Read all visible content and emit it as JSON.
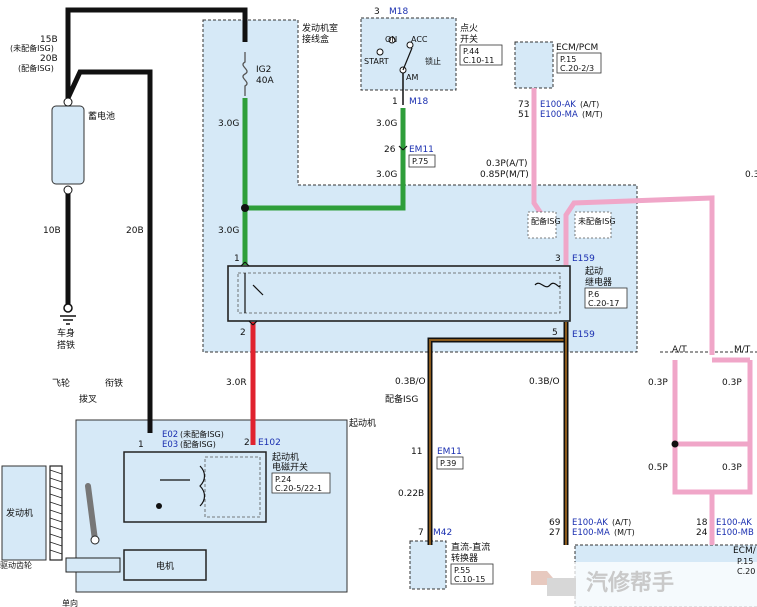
{
  "colors": {
    "box_fill": "#d6e9f7",
    "wire_black": "#111111",
    "wire_green": "#2e9e3a",
    "wire_red": "#e0222e",
    "wire_pink": "#f0a6c8",
    "wire_brown": "#8a5a1c",
    "blue_label": "#1a2fb0"
  },
  "battery": {
    "wire_15b": "15B",
    "note_15b": "(未配备ISG)",
    "wire_20b": "20B",
    "note_20b": "(配备ISG)",
    "label": "蓄电池",
    "wire_10b": "10B",
    "wire_20b_down": "20B",
    "ground_label_1": "车身",
    "ground_label_2": "搭铁"
  },
  "engine_box": {
    "title_1": "发动机室",
    "title_2": "接线盒",
    "fuse_name": "IG2",
    "fuse_rating": "40A",
    "wire_top": "3.0G",
    "wire_mid": "3.0G"
  },
  "ignition": {
    "pin": "3",
    "connector": "M18",
    "title_1": "点火",
    "title_2": "开关",
    "ref_page": "P.44",
    "ref_code": "C.10-11",
    "pos_on": "ON",
    "pos_acc": "ACC",
    "pos_start": "START",
    "pos_lock": "锁止",
    "pos_am": "AM",
    "out_pin": "1",
    "out_connector": "M18",
    "wire_1": "3.0G",
    "em_pin": "26",
    "em_connector": "EM11",
    "em_ref": "P.75",
    "wire_2": "3.0G"
  },
  "ecm": {
    "title": "ECM/PCM",
    "ref_page": "P.15",
    "ref_code": "C.20-2/3",
    "pin_at": "73",
    "pin_mt": "51",
    "conn_at": "E100-AK",
    "conn_at_note": "(A/T)",
    "conn_mt": "E100-MA",
    "conn_mt_note": "(M/T)",
    "wire_at": "0.3P(A/T)",
    "wire_mt": "0.85P(M/T)",
    "isg_yes": "配备ISG",
    "isg_no": "未配备ISG",
    "edge_text": "0.3"
  },
  "relay": {
    "pin_1": "1",
    "pin_3": "3",
    "conn_3": "E159",
    "title_1": "起动",
    "title_2": "继电器",
    "ref_page": "P.6",
    "ref_code": "C.20-17",
    "pin_2": "2",
    "pin_5": "5",
    "conn_5": "E159",
    "wire_red": "3.0R"
  },
  "starter": {
    "label_flywheel": "飞轮",
    "label_armature": "衔铁",
    "label_fork": "拨叉",
    "label_starter": "起动机",
    "conn_e02": "E02",
    "note_e02": "(未配备ISG)",
    "conn_e03": "E03",
    "note_e03": "(配备ISG)",
    "pin_1": "1",
    "pin_2": "2",
    "conn_e102": "E102",
    "sol_title_1": "起动机",
    "sol_title_2": "电磁开关",
    "sol_ref_page": "P.24",
    "sol_ref_code": "C.20-5/22-1",
    "motor": "电机",
    "engine": "发动机",
    "drive_gear": "驱动齿轮",
    "bottom_cut": "单向"
  },
  "dcdc": {
    "wire_03bo": "0.3B/O",
    "isg_label": "配备ISG",
    "em_pin": "11",
    "em_connector": "EM11",
    "em_ref": "P.39",
    "wire_022b": "0.22B",
    "pin_7": "7",
    "connector": "M42",
    "title_1": "直流-直流",
    "title_2": "转换器",
    "ref_page": "P.55",
    "ref_code": "C.10-15",
    "wire_right": "0.3B/O",
    "pin_69": "69",
    "pin_27": "27",
    "conn_ak": "E100-AK",
    "conn_ak_note": "(A/T)",
    "conn_ma": "E100-MA",
    "conn_ma_note": "(M/T)"
  },
  "right_side": {
    "at": "A/T",
    "mt": "M/T",
    "w1": "0.3P",
    "w2": "0.3P",
    "w3": "0.5P",
    "w4": "0.3P",
    "pin_18": "18",
    "pin_24": "24",
    "conn_ak": "E100-AK",
    "conn_mb": "E100-MB",
    "ecm": "ECM/",
    "ref_page": "P.15",
    "ref_code": "C.20"
  },
  "watermark": "汽修帮手"
}
